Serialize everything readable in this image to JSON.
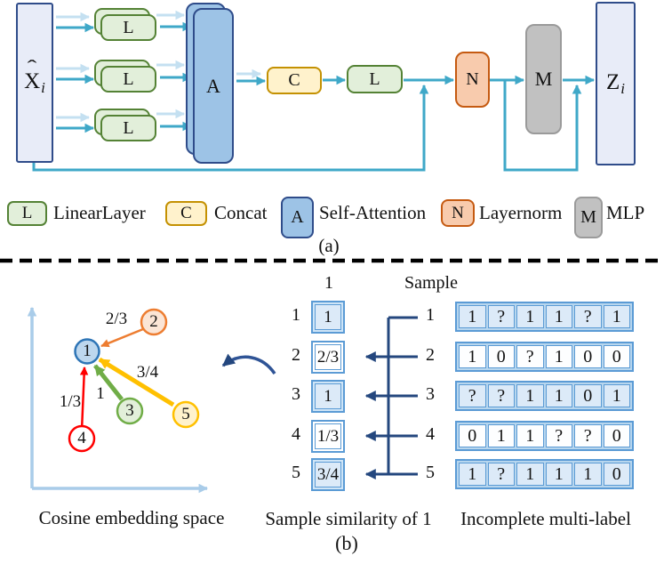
{
  "colors": {
    "teal_arrow": "#3FA8C8",
    "light_arrow": "#C4E0F1",
    "navy": "#24477E",
    "matrix_border": "#5B9BD5",
    "matrix_fill": "#DCEAF8",
    "green_block": "#E2EFDA",
    "green_border": "#548235",
    "yellow_block": "#FFF2CC",
    "yellow_border": "#C49102",
    "blue_block": "#9DC3E6",
    "blue_border": "#2F4C8A",
    "orange_block": "#F8CBAD",
    "orange_border": "#C55A11",
    "gray_block": "#C1C1C1",
    "node2_color": "#ED7D31",
    "node3_color": "#70AD47",
    "node4_color": "#FF0000",
    "node5_color": "#FFC000",
    "axis_color": "#A9CCE9"
  },
  "part_a": {
    "input_label": {
      "base": "X",
      "hat": "ˆ",
      "sub": "i"
    },
    "output_label": {
      "base": "Z",
      "sub": "i"
    },
    "blocks": {
      "linear": "L",
      "concat": "C",
      "attention": "A",
      "layernorm": "N",
      "mlp": "M"
    },
    "legend": [
      {
        "symbol": "L",
        "label": "LinearLayer"
      },
      {
        "symbol": "C",
        "label": "Concat"
      },
      {
        "symbol": "A",
        "label": "Self-Attention"
      },
      {
        "symbol": "N",
        "label": "Layernorm"
      },
      {
        "symbol": "M",
        "label": "MLP"
      }
    ],
    "caption": "(a)"
  },
  "part_b": {
    "embedding": {
      "nodes": [
        "1",
        "2",
        "3",
        "4",
        "5"
      ],
      "edge_labels": {
        "from2": "2/3",
        "from3": "1",
        "from4": "1/3",
        "from5": "3/4"
      },
      "caption": "Cosine embedding space"
    },
    "similarity": {
      "col_header": "1",
      "values": [
        "1",
        "2/3",
        "1",
        "1/3",
        "3/4"
      ],
      "caption": "Sample similarity of 1"
    },
    "sample_header": "Sample",
    "sample_labels": [
      "1",
      "2",
      "3",
      "4",
      "5"
    ],
    "matrix": {
      "rows": [
        [
          "1",
          "?",
          "1",
          "1",
          "?",
          "1"
        ],
        [
          "1",
          "0",
          "?",
          "1",
          "0",
          "0"
        ],
        [
          "?",
          "?",
          "1",
          "1",
          "0",
          "1"
        ],
        [
          "0",
          "1",
          "1",
          "?",
          "?",
          "0"
        ],
        [
          "1",
          "?",
          "1",
          "1",
          "1",
          "0"
        ]
      ],
      "caption": "Incomplete multi-label"
    },
    "caption": "(b)"
  }
}
